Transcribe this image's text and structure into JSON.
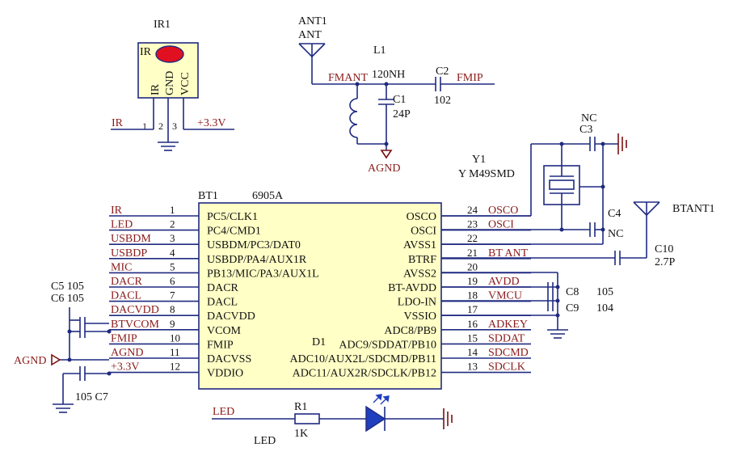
{
  "ir1": {
    "designator": "IR1",
    "body_text": "IR",
    "pins": [
      "IR",
      "GND",
      "VCC"
    ],
    "pin_numbers": [
      "1",
      "2",
      "3"
    ],
    "net_left": "IR",
    "net_right": "+3.3V"
  },
  "antenna": {
    "designator": "ANT1",
    "value": "ANT",
    "net": "FMANT"
  },
  "l1": {
    "designator": "L1",
    "value": "120NH"
  },
  "c1": {
    "designator": "C1",
    "value": "24P"
  },
  "c2": {
    "designator": "C2",
    "value": "102"
  },
  "fm_net": "FMIP",
  "agnd_top": "AGND",
  "y1": {
    "designator": "Y1",
    "value": "Y M49SMD"
  },
  "c3": {
    "designator": "C3",
    "value": "NC"
  },
  "c4": {
    "designator": "C4",
    "value": "NC"
  },
  "btant": {
    "designator": "BTANT1"
  },
  "c10": {
    "designator": "C10",
    "value": "2.7P"
  },
  "bt1": {
    "designator": "BT1",
    "value": "6905A"
  },
  "left_pins": [
    {
      "num": "1",
      "name": "PC5/CLK1",
      "net": "IR"
    },
    {
      "num": "2",
      "name": "PC4/CMD1",
      "net": "LED"
    },
    {
      "num": "3",
      "name": "USBDM/PC3/DAT0",
      "net": "USBDM"
    },
    {
      "num": "4",
      "name": "USBDP/PA4/AUX1R",
      "net": "USBDP"
    },
    {
      "num": "5",
      "name": "PB13/MIC/PA3/AUX1L",
      "net": "MIC"
    },
    {
      "num": "6",
      "name": "DACR",
      "net": "DACR"
    },
    {
      "num": "7",
      "name": "DACL",
      "net": "DACL"
    },
    {
      "num": "8",
      "name": "DACVDD",
      "net": "DACVDD"
    },
    {
      "num": "9",
      "name": "VCOM",
      "net": "BTVCOM"
    },
    {
      "num": "10",
      "name": "FMIP",
      "net": "FMIP"
    },
    {
      "num": "11",
      "name": "DACVSS",
      "net": "AGND"
    },
    {
      "num": "12",
      "name": "VDDIO",
      "net": "+3.3V"
    }
  ],
  "right_pins": [
    {
      "num": "24",
      "name": "OSCO",
      "net": "OSCO"
    },
    {
      "num": "23",
      "name": "OSCI",
      "net": "OSCI"
    },
    {
      "num": "22",
      "name": "AVSS1",
      "net": ""
    },
    {
      "num": "21",
      "name": "BTRF",
      "net": "BT ANT"
    },
    {
      "num": "20",
      "name": "AVSS2",
      "net": ""
    },
    {
      "num": "19",
      "name": "BT-AVDD",
      "net": "AVDD"
    },
    {
      "num": "18",
      "name": "LDO-IN",
      "net": "VMCU"
    },
    {
      "num": "17",
      "name": "VSSIO",
      "net": ""
    },
    {
      "num": "16",
      "name": "ADC8/PB9",
      "net": "ADKEY"
    },
    {
      "num": "15",
      "name": "ADC9/SDDAT/PB10",
      "net": "SDDAT"
    },
    {
      "num": "14",
      "name": "ADC10/AUX2L/SDCMD/PB11",
      "net": "SDCMD"
    },
    {
      "num": "13",
      "name": "ADC11/AUX2R/SDCLK/PB12",
      "net": "SDCLK"
    }
  ],
  "c5": {
    "designator": "C5",
    "value": "105"
  },
  "c6": {
    "designator": "C6",
    "value": "105"
  },
  "c7": {
    "designator": "C7",
    "value": "105"
  },
  "c8": {
    "designator": "C8",
    "value": "105"
  },
  "c9": {
    "designator": "C9",
    "value": "104"
  },
  "agnd_left": "AGND",
  "d1": {
    "designator": "D1",
    "value": "LED"
  },
  "r1": {
    "designator": "R1",
    "value": "1K"
  },
  "led_net": "LED",
  "colors": {
    "wire": "#1f2a80",
    "net_label": "#8b1a1a",
    "chip_fill": "#ffffc6",
    "ir_body": "#ffffc6",
    "led_fill": "#1f3fbf"
  }
}
